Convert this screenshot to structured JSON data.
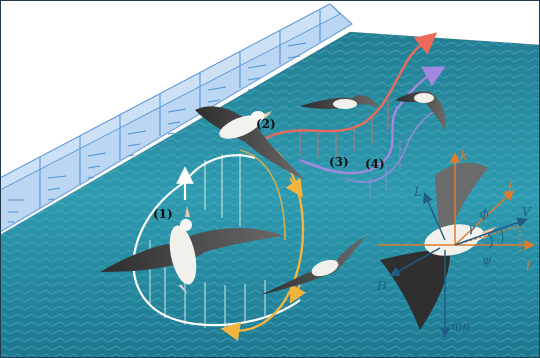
{
  "path_labels": [
    "(1)",
    "(2)",
    "(3)",
    "(4)"
  ],
  "axes": {
    "k": "k",
    "j": "j",
    "i": "i"
  },
  "forces": {
    "lift": "L",
    "drag": "D",
    "weight": "mg"
  },
  "angles": {
    "phi": "ϕ",
    "gamma": "γ",
    "psi": "ψ",
    "velocity": "V"
  },
  "colors": {
    "sea": "#2f9bb0",
    "sea_dark": "#1a6f86",
    "shear_block": "#a9cdef",
    "shear_edge": "#4d8fd4",
    "path_white": "#ffffff",
    "path_yellow": "#f3b53e",
    "path_red": "#ec6a5c",
    "path_purple": "#a487de",
    "axis_orange": "#e07a2e",
    "force_blue": "#1f5d86"
  }
}
